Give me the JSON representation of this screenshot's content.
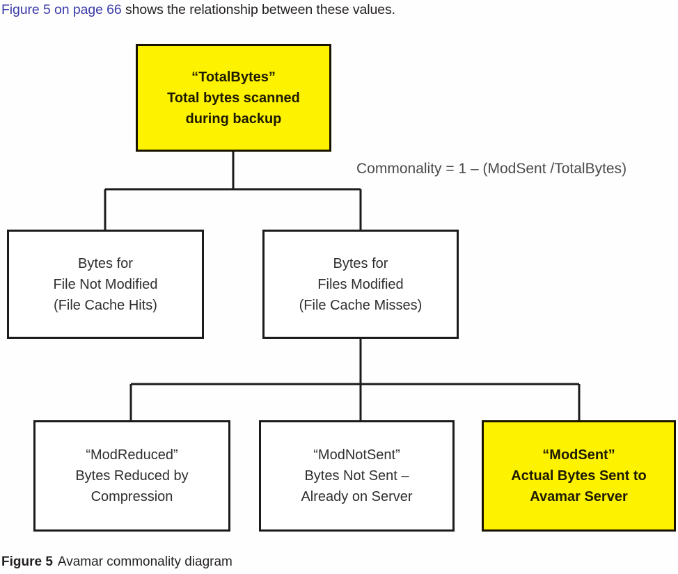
{
  "intro": {
    "xref": "Figure 5 on page 66",
    "rest": " shows the relationship between these values."
  },
  "diagram": {
    "formula": "Commonality = 1 – (ModSent /TotalBytes)",
    "nodes": {
      "totalbytes": {
        "line1": "“TotalBytes”",
        "line2": "Total bytes scanned",
        "line3": "during backup",
        "fill": "#fdf200"
      },
      "not_modified": {
        "line1": "Bytes for",
        "line2": "File Not Modified",
        "line3": "(File Cache Hits)",
        "fill": "#ffffff"
      },
      "modified": {
        "line1": "Bytes for",
        "line2": "Files Modified",
        "line3": "(File Cache Misses)",
        "fill": "#ffffff"
      },
      "mod_reduced": {
        "line1": "“ModReduced”",
        "line2": "Bytes Reduced by",
        "line3": "Compression",
        "fill": "#ffffff"
      },
      "mod_not_sent": {
        "line1": "“ModNotSent”",
        "line2": "Bytes Not Sent –",
        "line3": "Already on Server",
        "fill": "#ffffff"
      },
      "mod_sent": {
        "line1": "“ModSent”",
        "line2": "Actual Bytes Sent to",
        "line3": "Avamar Server",
        "fill": "#fdf200"
      }
    }
  },
  "caption": {
    "label": "Figure 5",
    "text": "Avamar commonality diagram"
  },
  "colors": {
    "highlight_yellow": "#fdf200",
    "box_border": "#1b1b1b",
    "xref_blue": "#3b3ba8",
    "body_text": "#231f20"
  }
}
